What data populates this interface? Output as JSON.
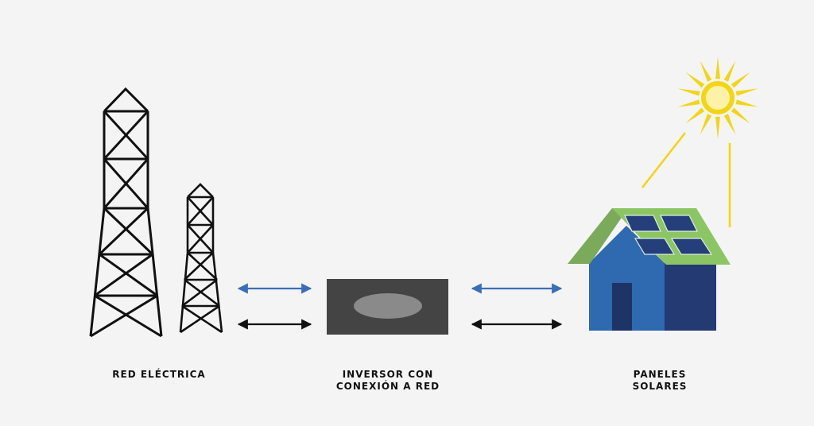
{
  "labels": {
    "grid": "RED ELÉCTRICA",
    "inverter_line1": "INVERSOR CON",
    "inverter_line2": "CONEXIÓN A RED",
    "solar_line1": "PANELES",
    "solar_line2": "SOLARES"
  },
  "colors": {
    "background": "#f4f4f4",
    "tower_stroke": "#111111",
    "arrow_blue": "#3b6eb5",
    "arrow_black": "#111111",
    "inverter_body": "#444444",
    "inverter_ellipse": "#8a8a8a",
    "roof_green": "#7aaa5a",
    "roof_inner_green": "#8cc563",
    "panel_blue": "#243f7a",
    "house_front": "#2f6ab1",
    "house_side": "#233a73",
    "door": "#1e3366",
    "sun_yellow": "#f2d514",
    "sun_center": "#fdf2a8"
  },
  "icons": {
    "grid": "power-tower-icon",
    "inverter": "inverter-icon",
    "house": "solar-house-icon",
    "sun": "sun-icon"
  }
}
